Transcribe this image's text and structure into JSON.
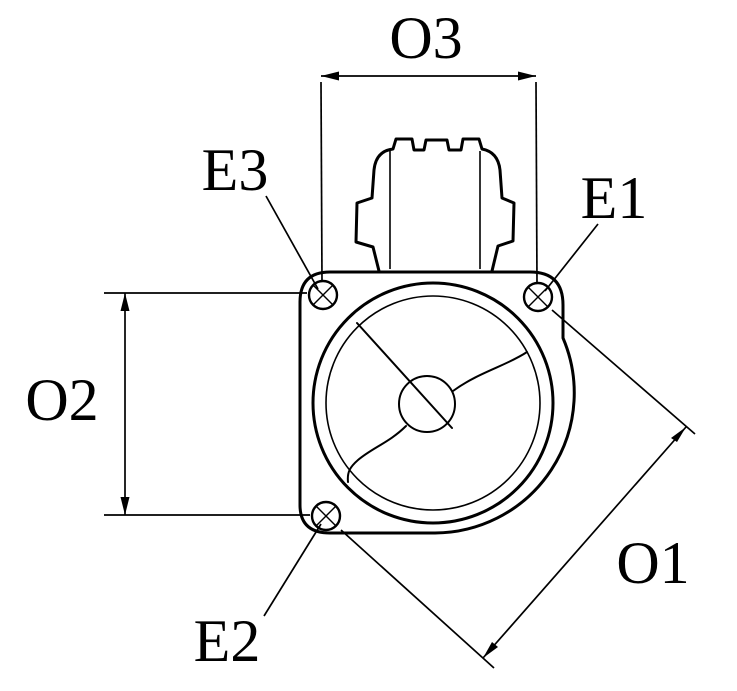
{
  "diagram": {
    "kind": "technical-dimension-drawing",
    "background_color": "#ffffff",
    "line_color": "#000000",
    "labels": {
      "o1": "O1",
      "o2": "O2",
      "o3": "O3",
      "e1": "E1",
      "e2": "E2",
      "e3": "E3"
    }
  }
}
